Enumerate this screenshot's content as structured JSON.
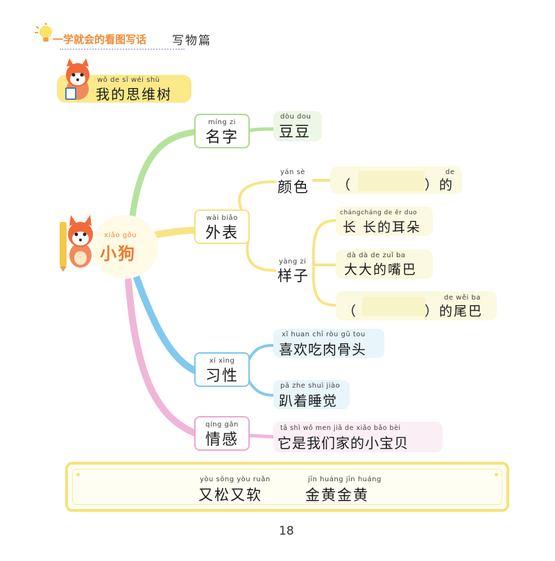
{
  "header": {
    "series_title": "一学就会的看图写话",
    "section": "写物篇"
  },
  "badge": {
    "pinyin": "wǒ de sī wéi shù",
    "title": "我的思维树"
  },
  "center": {
    "pinyin": "xiǎo gǒu",
    "label": "小狗"
  },
  "branches": {
    "name": {
      "pinyin": "míng zi",
      "label": "名字"
    },
    "appearance": {
      "pinyin": "wài biǎo",
      "label": "外表"
    },
    "habit": {
      "pinyin": "xí xìng",
      "label": "习性"
    },
    "feeling": {
      "pinyin": "qíng gǎn",
      "label": "情感"
    }
  },
  "leaves": {
    "doudou": {
      "pinyin": "dòu dou",
      "label": "豆豆"
    },
    "color": {
      "pinyin": "yán sè",
      "label": "颜色"
    },
    "color_blank": {
      "open": "（",
      "close": "）的",
      "pinyin": "de"
    },
    "shape": {
      "pinyin": "yàng zi",
      "label": "样子"
    },
    "ears": {
      "pinyin": "chángcháng de ěr duo",
      "label": "长 长的耳朵"
    },
    "mouth": {
      "pinyin": "dà dà de zuǐ ba",
      "label": "大大的嘴巴"
    },
    "tail": {
      "open": "（",
      "close": "）的尾巴",
      "pinyin": "de wěi ba"
    },
    "bones": {
      "pinyin": "xǐ huan chī ròu gǔ tou",
      "label": "喜欢吃肉骨头"
    },
    "sleep": {
      "pinyin": "pā zhe shuì jiào",
      "label": "趴着睡觉"
    },
    "treasure": {
      "pinyin": "tā shì wǒ men jiā de xiǎo bǎo bèi",
      "label": "它是我们家的小宝贝"
    }
  },
  "word_bank": {
    "items": [
      {
        "pinyin": "yòu sōng yòu ruǎn",
        "label": "又松又软"
      },
      {
        "pinyin": "jīn huáng jīn huáng",
        "label": "金黄金黄"
      }
    ]
  },
  "page_number": "18",
  "colors": {
    "green": "#a9dd8e",
    "yellow": "#f6e27a",
    "blue": "#7cc6ea",
    "pink": "#eaa7cf",
    "orange": "#ef8a3c"
  }
}
